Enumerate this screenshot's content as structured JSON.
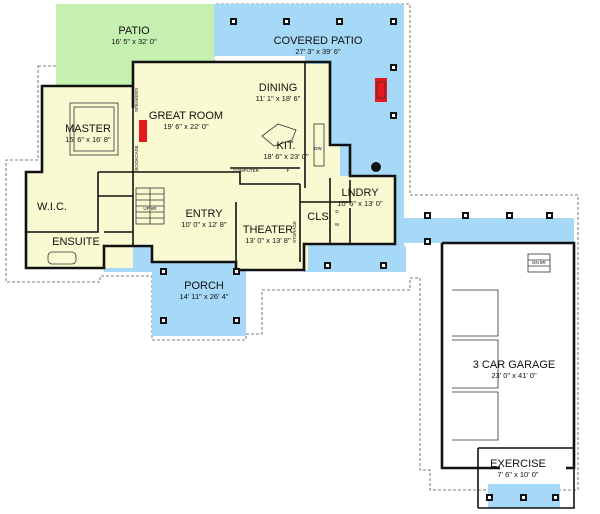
{
  "rooms": {
    "patio": {
      "name": "PATIO",
      "dims": "16' 5\" x 32' 0\""
    },
    "covered_patio": {
      "name": "COVERED PATIO",
      "dims": "27' 3\" x 39' 6\""
    },
    "great_room": {
      "name": "GREAT ROOM",
      "dims": "19' 6\" x 22' 0\""
    },
    "dining": {
      "name": "DINING",
      "dims": "11' 1\" x 18' 6\""
    },
    "kitchen": {
      "name": "KIT.",
      "dims": "18' 6\" x 23' 0\""
    },
    "master": {
      "name": "MASTER",
      "dims": "15' 6\" x 16' 8\""
    },
    "wic": {
      "name": "W.I.C."
    },
    "ensuite": {
      "name": "ENSUITE"
    },
    "entry": {
      "name": "ENTRY",
      "dims": "10' 0\" x 12' 8\""
    },
    "theater": {
      "name": "THEATER",
      "dims": "13' 0\" x 13' 8\""
    },
    "cls": {
      "name": "CLS"
    },
    "laundry": {
      "name": "LNDRY",
      "dims": "10' 6\" x 13' 0\""
    },
    "porch": {
      "name": "PORCH",
      "dims": "14' 11\" x 26' 4\""
    },
    "garage": {
      "name": "3 CAR GARAGE",
      "dims": "23' 0\" x 41' 0\""
    },
    "exercise": {
      "name": "EXERCISE",
      "dims": "7' 6\" x 10' 0\""
    }
  },
  "small_labels": {
    "computer": "COMPUTER",
    "up": "UP",
    "dn": "DN",
    "up_stair_entry": "UP 8R",
    "dn_stair_garage": "DN 8R",
    "speakers": "SPEAKERS",
    "bookcase": "BOOKCASE",
    "storage": "STORAGE",
    "washer": "W",
    "dryer": "D",
    "fridge": "F",
    "dw": "DW"
  },
  "colors": {
    "patio": "#c5f0b0",
    "covered": "#a6d8f7",
    "interior": "#fafad2",
    "fireplace": "#e8181f"
  }
}
